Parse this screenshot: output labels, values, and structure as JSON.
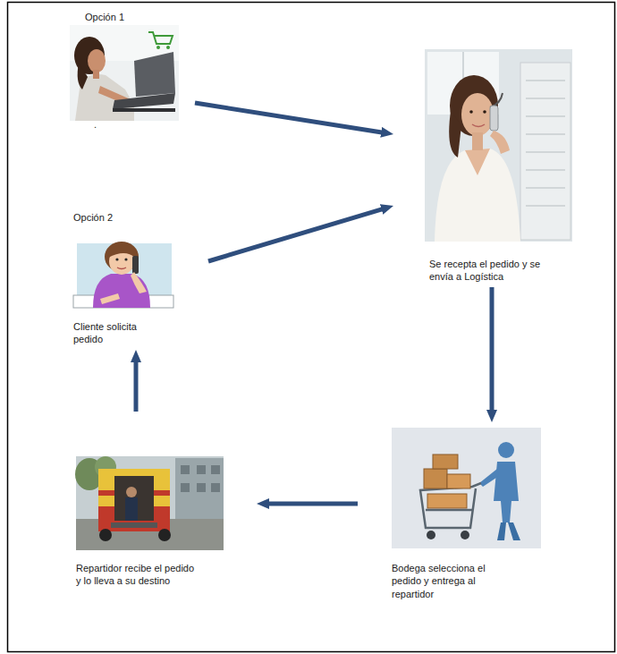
{
  "diagram": {
    "nodes": [
      {
        "text": [
          "Opción 1",
          "."
        ]
      },
      {
        "text": [
          "Opción 2",
          "Cliente solicita pedido"
        ]
      },
      {
        "text": [
          "Se recepta el pedido y se envía a Logística"
        ]
      },
      {
        "text": [
          "Bodega selecciona el pedido y entrega al repartidor"
        ]
      },
      {
        "text": [
          "Repartidor recibe el pedido y lo lleva a su destino"
        ]
      }
    ],
    "edges": [
      {
        "from": 0,
        "to": 2,
        "arrow": "to"
      },
      {
        "from": 1,
        "to": 2,
        "arrow": "to"
      },
      {
        "from": 2,
        "to": 3,
        "arrow": "to"
      },
      {
        "from": 3,
        "to": 4,
        "arrow": "to"
      },
      {
        "from": 4,
        "to": 1,
        "arrow": "to"
      }
    ]
  }
}
